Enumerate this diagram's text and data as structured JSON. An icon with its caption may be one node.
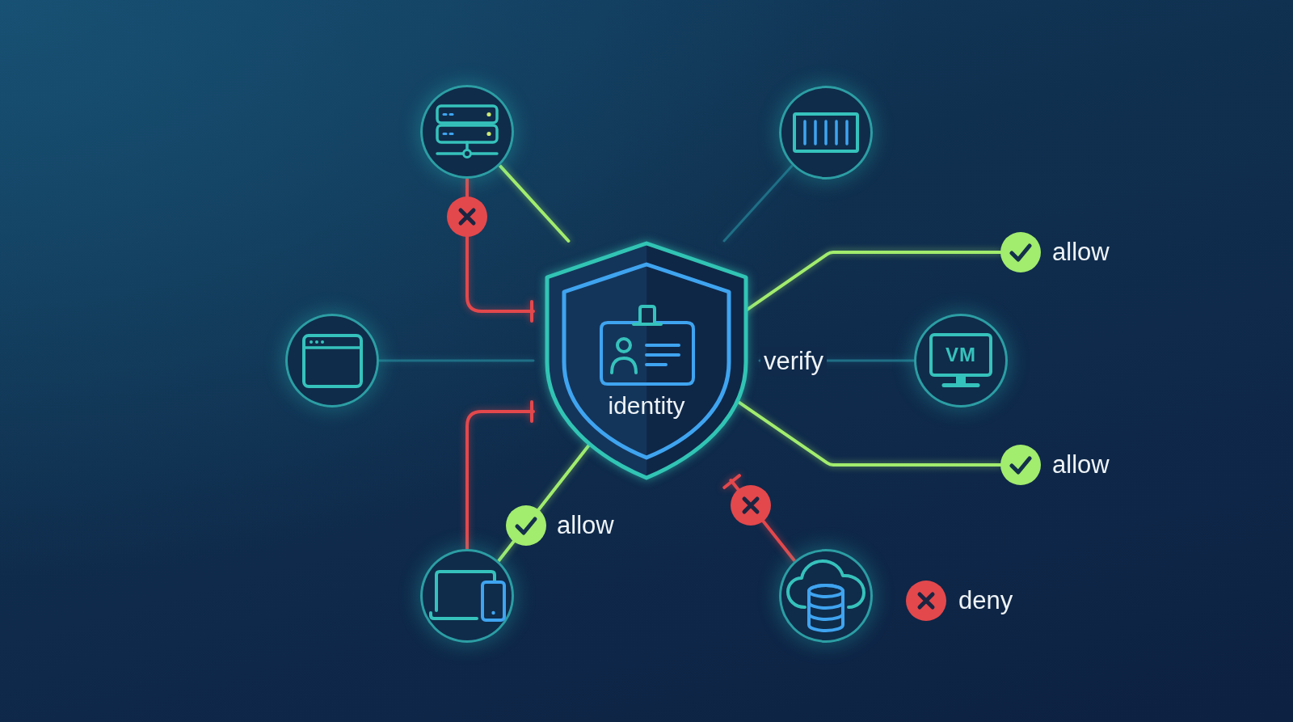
{
  "diagram": {
    "nodes": [
      {
        "text": [],
        "shape": "circle"
      },
      {
        "text": [],
        "shape": "circle"
      },
      {
        "text": [],
        "shape": "circle",
        "beside": [
          "allow"
        ]
      },
      {
        "text": [],
        "shape": "circle"
      },
      {
        "text": [
          "identity"
        ]
      },
      {
        "text": [
          "VM"
        ]
      },
      {
        "text": [],
        "shape": "circle",
        "beside": [
          "allow"
        ]
      },
      {
        "text": [],
        "shape": "circle"
      },
      {
        "text": [],
        "shape": "circle"
      }
    ],
    "edges": [
      {
        "from": 0,
        "to": 4,
        "arrow": "none"
      },
      {
        "from": 0,
        "to": 4,
        "arrow": "other",
        "color": "#e3484c"
      },
      {
        "from": 1,
        "to": 4,
        "arrow": "none",
        "color": "#1f6f86"
      },
      {
        "from": 4,
        "to": 2,
        "arrow": "none"
      },
      {
        "from": 3,
        "to": 4,
        "arrow": "none",
        "color": "#1f6f86"
      },
      {
        "from": 5,
        "to": 4,
        "arrow": "none",
        "label": "verify",
        "color": "#1f6f86"
      },
      {
        "from": 4,
        "to": 6,
        "arrow": "none"
      },
      {
        "from": 7,
        "to": 4,
        "arrow": "other",
        "color": "#e3484c"
      },
      {
        "from": 7,
        "to": 4,
        "arrow": "none",
        "label": "allow"
      },
      {
        "from": 8,
        "to": 4,
        "arrow": "other",
        "color": "#e3484c"
      }
    ],
    "labels": [
      "deny"
    ]
  }
}
